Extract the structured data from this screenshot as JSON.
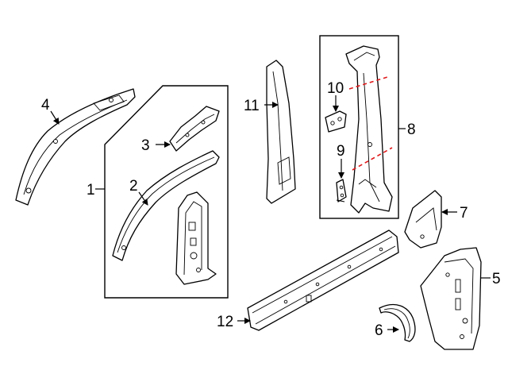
{
  "callouts": {
    "c1": "1",
    "c2": "2",
    "c3": "3",
    "c4": "4",
    "c5": "5",
    "c6": "6",
    "c7": "7",
    "c8": "8",
    "c9": "9",
    "c10": "10",
    "c11": "11",
    "c12": "12"
  },
  "colors": {
    "line": "#000000",
    "cut_line": "#e0191b",
    "background": "#ffffff"
  }
}
